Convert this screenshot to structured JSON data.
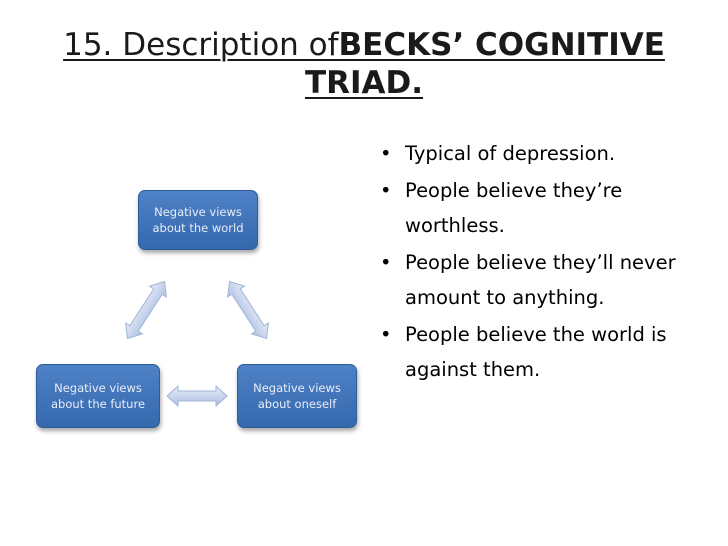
{
  "title": {
    "prefix": "15. Description of",
    "bold_line1": "BECKS’ COGNITIVE",
    "bold_line2": "TRIAD."
  },
  "bullets": [
    "Typical of depression.",
    "People believe they’re worthless.",
    "People believe they’ll never amount to anything.",
    "People believe the world is against them."
  ],
  "bullet_glyph": "•",
  "diagram": {
    "world": "Negative views about the world",
    "future": "Negative views about the future",
    "self": "Negative views about oneself"
  },
  "colors": {
    "box_fill": "#4f81c7",
    "arrow_fill": "#c9d7ee"
  }
}
